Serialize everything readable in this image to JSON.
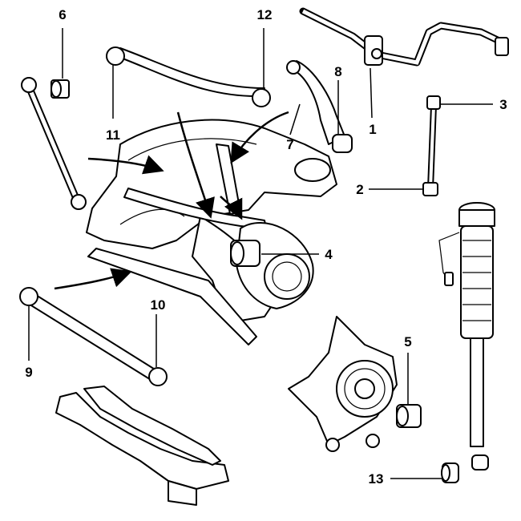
{
  "callouts": [
    {
      "id": "1",
      "text": "1"
    },
    {
      "id": "2",
      "text": "2"
    },
    {
      "id": "3",
      "text": "3"
    },
    {
      "id": "4",
      "text": "4"
    },
    {
      "id": "5",
      "text": "5"
    },
    {
      "id": "6",
      "text": "6"
    },
    {
      "id": "7",
      "text": "7"
    },
    {
      "id": "8",
      "text": "8"
    },
    {
      "id": "9",
      "text": "9"
    },
    {
      "id": "10",
      "text": "10"
    },
    {
      "id": "11",
      "text": "11"
    },
    {
      "id": "12",
      "text": "12"
    },
    {
      "id": "13",
      "text": "13"
    }
  ],
  "colors": {
    "line": "#000000",
    "background": "#ffffff"
  }
}
